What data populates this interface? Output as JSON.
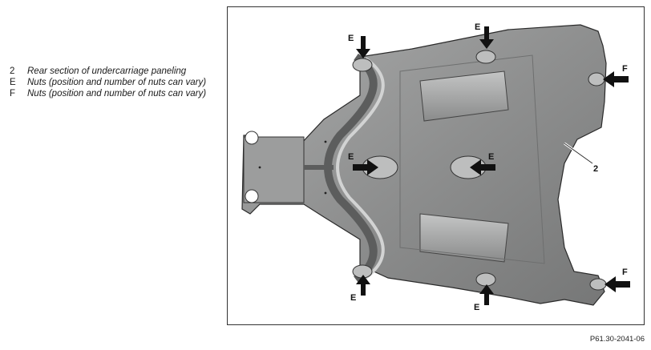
{
  "legend": {
    "items": [
      {
        "key": "2",
        "text": "Rear section of undercarriage paneling"
      },
      {
        "key": "E",
        "text": "Nuts (position and number of nuts can vary)"
      },
      {
        "key": "F",
        "text": "Nuts (position and number of nuts can vary)"
      }
    ]
  },
  "diagram": {
    "labels": {
      "e": "E",
      "f": "F",
      "part2": "2"
    },
    "colors": {
      "panel_fill": "#8f9090",
      "panel_dark": "#6a6b6b",
      "panel_light": "#b8b9b9",
      "arrow": "#111111"
    }
  },
  "figure_ref": "P61.30-2041-06"
}
